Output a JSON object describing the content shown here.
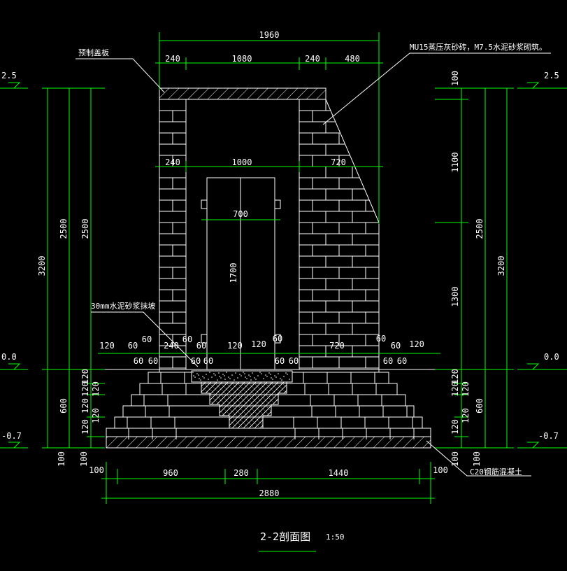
{
  "drawing": {
    "title": "2-2剖面图",
    "scale": "1:50"
  },
  "colors": {
    "background": "#000000",
    "dimension": "#00ff00",
    "outline": "#ffffff",
    "text": "#ffffff"
  },
  "labels": {
    "precast_cover": "预制盖板",
    "masonry_spec": "MU15蒸压灰砂砖，M7.5水泥砂浆砌筑。",
    "mortar_slope": "30mm水泥砂浆抹坡",
    "concrete_base": "C20钢筋混凝土"
  },
  "elevations": {
    "left_top": "2.5",
    "left_mid": "0.0",
    "left_bottom": "-0.7",
    "right_top": "2.5",
    "right_mid": "0.0",
    "right_bottom": "-0.7"
  },
  "dims": {
    "top_total": "1960",
    "top_row": [
      "240",
      "1080",
      "240",
      "480"
    ],
    "mid_row": [
      "240",
      "1000",
      "720"
    ],
    "door_width": "700",
    "door_height": "1700",
    "left_v": [
      "3200",
      "2500",
      "2500"
    ],
    "left_small": [
      "120",
      "120",
      "120",
      "120",
      "120",
      "120",
      "600",
      "100",
      "100"
    ],
    "right_v": [
      "100",
      "1100",
      "1300",
      "2500",
      "3200"
    ],
    "right_small": [
      "120",
      "120",
      "120",
      "120",
      "120",
      "600",
      "100",
      "100"
    ],
    "footing_row_top": [
      "120",
      "60",
      "60",
      "240",
      "60",
      "60",
      "120",
      "120",
      "60",
      "720",
      "60",
      "60",
      "120"
    ],
    "footing_row_bottom": [
      "60",
      "60",
      "60",
      "60",
      "60",
      "60",
      "60",
      "60"
    ],
    "bottom_row": [
      "100",
      "960",
      "280",
      "1440",
      "100"
    ],
    "bottom_total": "2880"
  }
}
